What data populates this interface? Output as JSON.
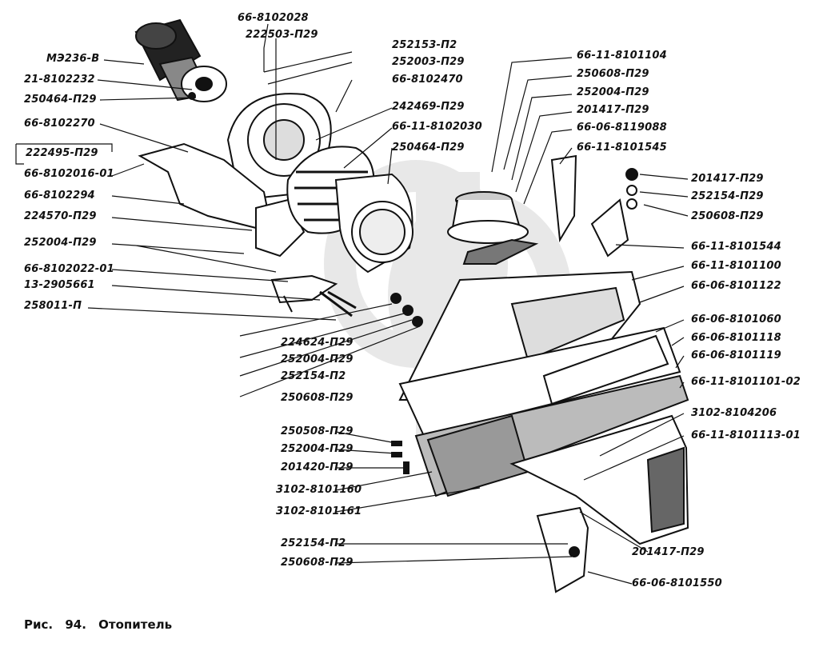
{
  "caption": {
    "prefix": "Рис.",
    "number": "94.",
    "title": "Отопитель"
  },
  "labels": {
    "l1": "66-8102028",
    "l2": "222503-П29",
    "l3": "МЭ236-В",
    "l4": "21-8102232",
    "l5": "250464-П29",
    "l6": "66-8102270",
    "l7": "222495-П29",
    "l8": "66-8102016-01",
    "l9": "66-8102294",
    "l10": "224570-П29",
    "l11": "252004-П29",
    "l12": "66-8102022-01",
    "l13": "13-2905661",
    "l14": "258011-П",
    "l15": "252153-П2",
    "l16": "252003-П29",
    "l17": "66-8102470",
    "l18": "242469-П29",
    "l19": "66-11-8102030",
    "l20": "250464-П29",
    "l21": "224624-П29",
    "l22": "252004-П29",
    "l23": "252154-П2",
    "l24": "250608-П29",
    "l25": "66-11-8101104",
    "l26": "250608-П29",
    "l27": "252004-П29",
    "l28": "201417-П29",
    "l29": "66-06-8119088",
    "l30": "66-11-8101545",
    "l31": "201417-П29",
    "l32": "252154-П29",
    "l33": "250608-П29",
    "l34": "66-11-8101544",
    "l35": "66-11-8101100",
    "l36": "66-06-8101122",
    "l37": "66-06-8101060",
    "l38": "66-06-8101118",
    "l39": "66-06-8101119",
    "l40": "66-11-8101101-02",
    "l41": "3102-8104206",
    "l42": "66-11-8101113-01",
    "l43": "250508-П29",
    "l44": "252004-П29",
    "l45": "201420-П29",
    "l46": "3102-8101160",
    "l47": "3102-8101161",
    "l48": "252154-П2",
    "l49": "250608-П29",
    "l50": "201417-П29",
    "l51": "66-06-8101550"
  }
}
